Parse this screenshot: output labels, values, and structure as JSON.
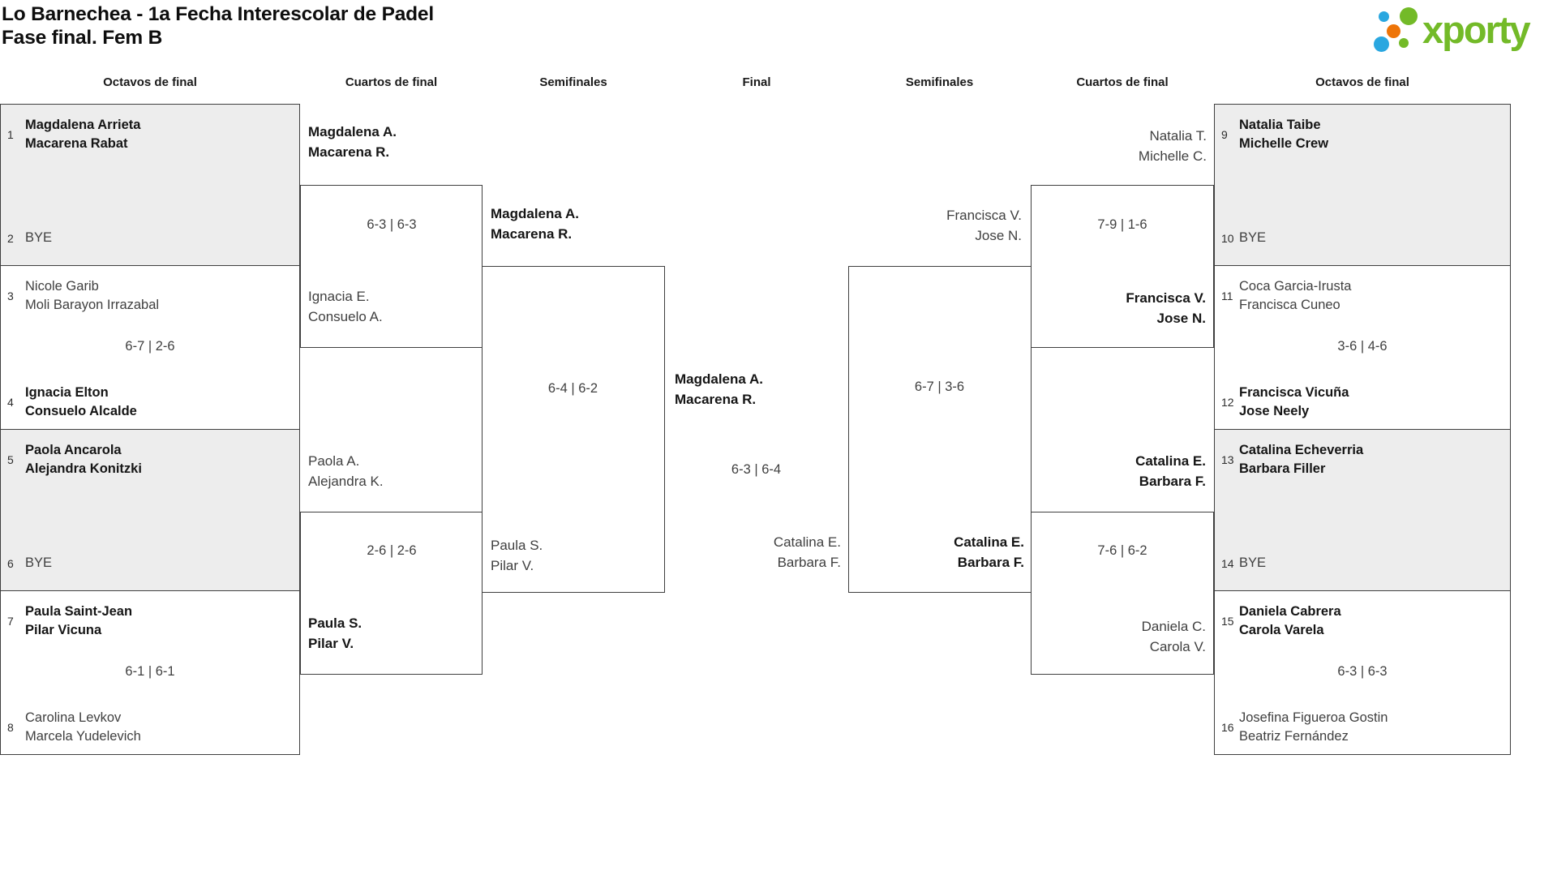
{
  "title": {
    "line1": "Lo Barnechea - 1a Fecha Interescolar de Padel",
    "line2": "Fase final. Fem B"
  },
  "logo": {
    "text": "xporty",
    "colors": {
      "green": "#73ba28",
      "blue": "#2aa7e0",
      "orange": "#ee7407"
    }
  },
  "round_headers": [
    "Octavos de final",
    "Cuartos de final",
    "Semifinales",
    "Final",
    "Semifinales",
    "Cuartos de final",
    "Octavos de final"
  ],
  "colors": {
    "box_border": "#3f3f3f",
    "box_shaded_fill": "#ededed",
    "winner_text": "#151515",
    "regular_text": "#3f3f3f"
  },
  "r16": [
    {
      "shaded": true,
      "score": "",
      "top": {
        "seed": "1",
        "name": "Magdalena Arrieta",
        "name2": "Macarena Rabat",
        "winner": true
      },
      "bottom": {
        "seed": "2",
        "name": "BYE",
        "name2": "",
        "winner": false
      }
    },
    {
      "shaded": false,
      "score": "6-7 | 2-6",
      "top": {
        "seed": "3",
        "name": "Nicole Garib",
        "name2": "Moli Barayon Irrazabal",
        "winner": false
      },
      "bottom": {
        "seed": "4",
        "name": "Ignacia Elton",
        "name2": "Consuelo Alcalde",
        "winner": true
      }
    },
    {
      "shaded": true,
      "score": "",
      "top": {
        "seed": "5",
        "name": "Paola Ancarola",
        "name2": "Alejandra Konitzki",
        "winner": true
      },
      "bottom": {
        "seed": "6",
        "name": "BYE",
        "name2": "",
        "winner": false
      }
    },
    {
      "shaded": false,
      "score": "6-1 | 6-1",
      "top": {
        "seed": "7",
        "name": "Paula Saint-Jean",
        "name2": "Pilar Vicuna",
        "winner": true
      },
      "bottom": {
        "seed": "8",
        "name": "Carolina Levkov",
        "name2": "Marcela Yudelevich",
        "winner": false
      }
    },
    {
      "shaded": true,
      "score": "",
      "top": {
        "seed": "9",
        "name": "Natalia Taibe",
        "name2": "Michelle Crew",
        "winner": true
      },
      "bottom": {
        "seed": "10",
        "name": "BYE",
        "name2": "",
        "winner": false
      }
    },
    {
      "shaded": false,
      "score": "3-6 | 4-6",
      "top": {
        "seed": "11",
        "name": "Coca Garcia-Irusta",
        "name2": "Francisca Cuneo",
        "winner": false
      },
      "bottom": {
        "seed": "12",
        "name": "Francisca Vicuña",
        "name2": "Jose Neely",
        "winner": true
      }
    },
    {
      "shaded": true,
      "score": "",
      "top": {
        "seed": "13",
        "name": "Catalina Echeverria",
        "name2": "Barbara Filler",
        "winner": true
      },
      "bottom": {
        "seed": "14",
        "name": "BYE",
        "name2": "",
        "winner": false
      }
    },
    {
      "shaded": false,
      "score": "6-3 | 6-3",
      "top": {
        "seed": "15",
        "name": "Daniela Cabrera",
        "name2": "Carola Varela",
        "winner": true
      },
      "bottom": {
        "seed": "16",
        "name": "Josefina Figueroa Gostin",
        "name2": "Beatriz Fernández",
        "winner": false
      }
    }
  ],
  "qf": [
    {
      "score": "6-3 | 6-3",
      "top": {
        "name": "Magdalena A.",
        "name2": "Macarena R.",
        "winner": true
      },
      "bottom": {
        "name": "Ignacia E.",
        "name2": "Consuelo A.",
        "winner": false
      }
    },
    {
      "score": "2-6 | 2-6",
      "top": {
        "name": "Paola A.",
        "name2": "Alejandra K.",
        "winner": false
      },
      "bottom": {
        "name": "Paula S.",
        "name2": "Pilar V.",
        "winner": true
      }
    },
    {
      "score": "7-9 | 1-6",
      "top": {
        "name": "Natalia T.",
        "name2": "Michelle C.",
        "winner": false
      },
      "bottom": {
        "name": "Francisca V.",
        "name2": "Jose N.",
        "winner": true
      }
    },
    {
      "score": "7-6 | 6-2",
      "top": {
        "name": "Catalina E.",
        "name2": "Barbara F.",
        "winner": true
      },
      "bottom": {
        "name": "Daniela C.",
        "name2": "Carola V.",
        "winner": false
      }
    }
  ],
  "sf": [
    {
      "score": "6-4 | 6-2",
      "top": {
        "name": "Magdalena A.",
        "name2": "Macarena R.",
        "winner": true
      },
      "bottom": {
        "name": "Paula S.",
        "name2": "Pilar V.",
        "winner": false
      }
    },
    {
      "score": "6-7 | 3-6",
      "top": {
        "name": "Francisca V.",
        "name2": "Jose N.",
        "winner": false
      },
      "bottom": {
        "name": "Catalina E.",
        "name2": "Barbara F.",
        "winner": true
      }
    }
  ],
  "final": {
    "score": "6-3 | 6-4",
    "left": {
      "name": "Magdalena A.",
      "name2": "Macarena R.",
      "winner": true
    },
    "right": {
      "name": "Catalina E.",
      "name2": "Barbara F.",
      "winner": false
    }
  }
}
